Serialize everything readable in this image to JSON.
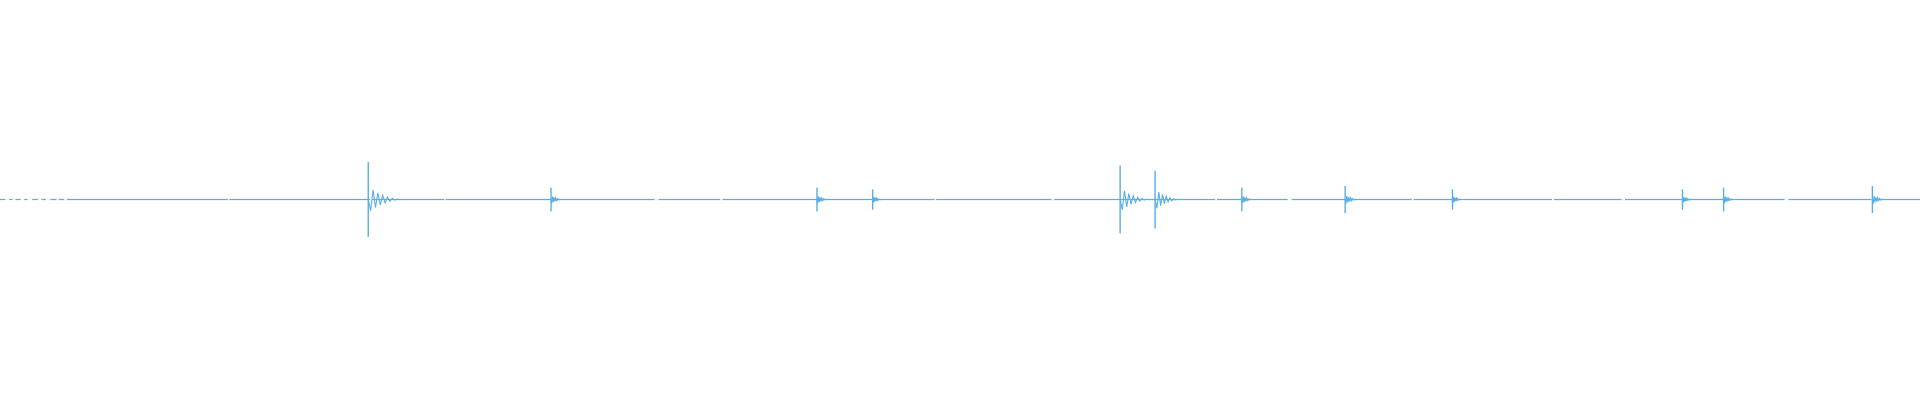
{
  "chart_data": {
    "type": "line",
    "x_range": [
      0,
      1
    ],
    "y_range": [
      -1,
      1
    ],
    "grid": false,
    "baseline": 0,
    "color": "#59aee6",
    "transients": [
      {
        "position": 0.1918,
        "amplitude": 0.22
      },
      {
        "position": 0.287,
        "amplitude": 0.07
      },
      {
        "position": 0.4255,
        "amplitude": 0.07
      },
      {
        "position": 0.4545,
        "amplitude": 0.06
      },
      {
        "position": 0.5834,
        "amplitude": 0.2
      },
      {
        "position": 0.6016,
        "amplitude": 0.17
      },
      {
        "position": 0.6468,
        "amplitude": 0.07
      },
      {
        "position": 0.7006,
        "amplitude": 0.08
      },
      {
        "position": 0.7565,
        "amplitude": 0.06
      },
      {
        "position": 0.8763,
        "amplitude": 0.06
      },
      {
        "position": 0.8977,
        "amplitude": 0.07
      },
      {
        "position": 0.9752,
        "amplitude": 0.08
      }
    ]
  }
}
